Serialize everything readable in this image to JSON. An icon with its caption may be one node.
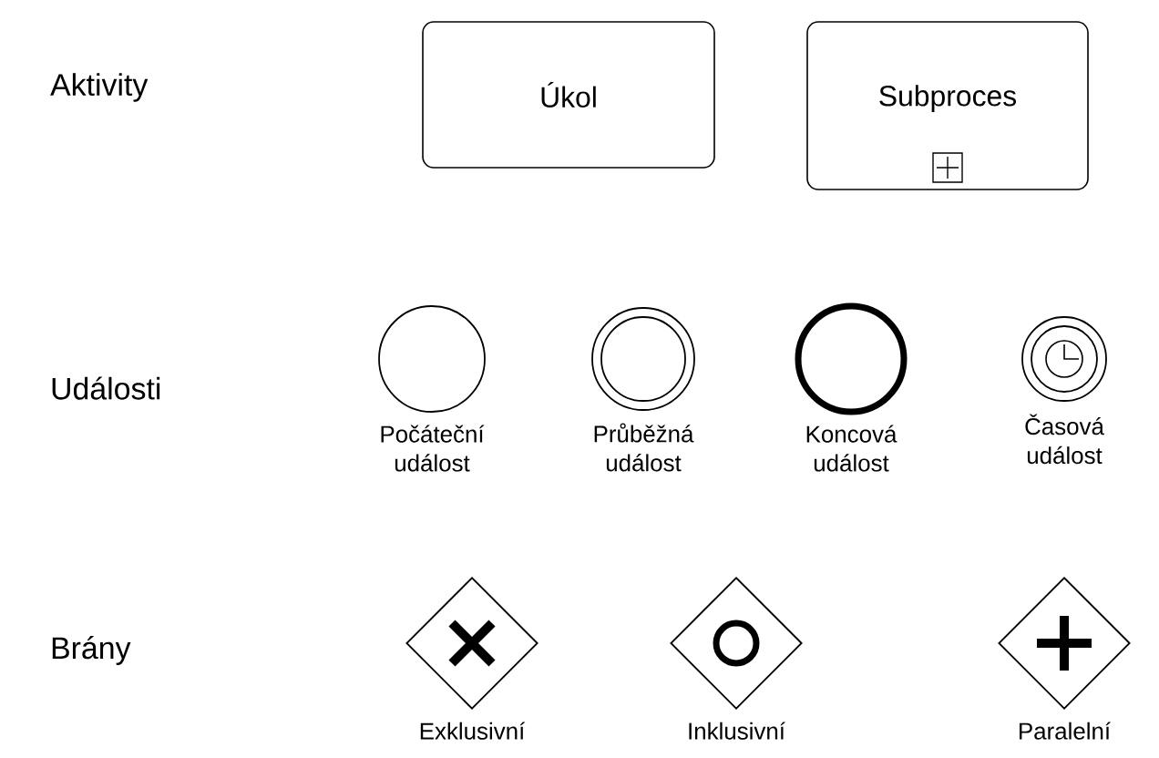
{
  "diagram": {
    "nodes": [
      {
        "text": [
          "Úkol"
        ]
      },
      {
        "text": [
          "Subproces"
        ]
      },
      {
        "text": [],
        "shape": "circle",
        "beside": [
          "Počáteční událost"
        ]
      },
      {
        "text": [],
        "shape": "circle",
        "beside": [
          "Průběžná událost"
        ]
      },
      {
        "text": [],
        "shape": "circle",
        "beside": [
          "Koncová událost"
        ]
      },
      {
        "text": [],
        "shape": "circle",
        "beside": [
          "Časová událost"
        ]
      },
      {
        "text": [],
        "shape": "diamond",
        "beside": [
          "Exklusivní"
        ]
      },
      {
        "text": [],
        "shape": "diamond",
        "beside": [
          "Inklusivní"
        ]
      },
      {
        "text": [],
        "shape": "diamond",
        "beside": [
          "Paralelní"
        ]
      }
    ],
    "labels": [
      "Aktivity",
      "Události",
      "Brány"
    ]
  }
}
